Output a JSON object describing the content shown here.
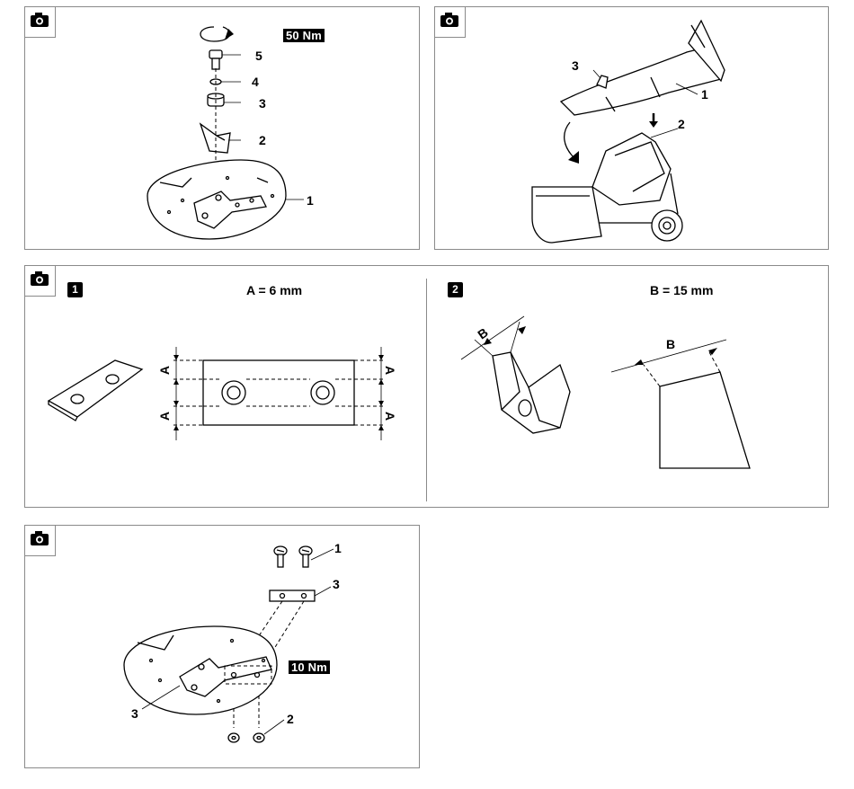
{
  "panels": {
    "top_left": {
      "camera_icon": "camera-icon",
      "torque": "50 Nm",
      "callouts": [
        "5",
        "4",
        "3",
        "2",
        "1"
      ]
    },
    "top_right": {
      "camera_icon": "camera-icon",
      "callouts": [
        "3",
        "1",
        "2"
      ]
    },
    "middle": {
      "camera_icon": "camera-icon",
      "step1": {
        "number": "1",
        "measure": "A = 6 mm",
        "dim_letter": "A"
      },
      "step2": {
        "number": "2",
        "measure": "B = 15 mm",
        "dim_letter": "B"
      }
    },
    "bottom": {
      "camera_icon": "camera-icon",
      "torque": "10 Nm",
      "callouts": [
        "1",
        "3",
        "3",
        "2"
      ]
    }
  }
}
